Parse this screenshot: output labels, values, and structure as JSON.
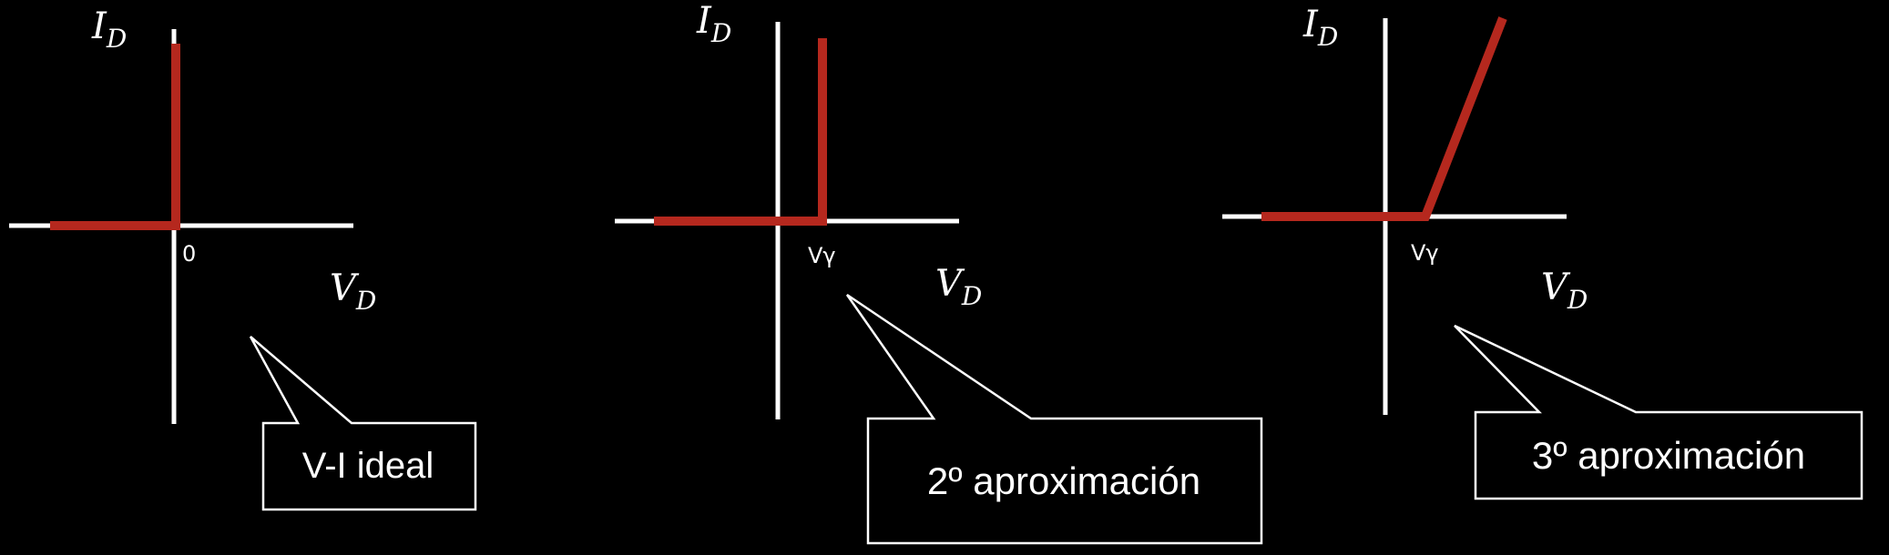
{
  "colors": {
    "background": "#000000",
    "axis": "#ffffff",
    "characteristic": "#b5281e",
    "callout_border": "#ffffff",
    "text": "#ffffff"
  },
  "panels": [
    {
      "id": "ideal",
      "y_axis_label": "I",
      "y_axis_subscript": "D",
      "x_axis_label": "V",
      "x_axis_subscript": "D",
      "origin_tick": "0",
      "callout": "V-I ideal"
    },
    {
      "id": "second",
      "y_axis_label": "I",
      "y_axis_subscript": "D",
      "x_axis_label": "V",
      "x_axis_subscript": "D",
      "origin_tick": "Vγ",
      "callout": "2º aproximación"
    },
    {
      "id": "third",
      "y_axis_label": "I",
      "y_axis_subscript": "D",
      "x_axis_label": "V",
      "x_axis_subscript": "D",
      "origin_tick": "Vγ",
      "callout": "3º aproximación"
    }
  ]
}
